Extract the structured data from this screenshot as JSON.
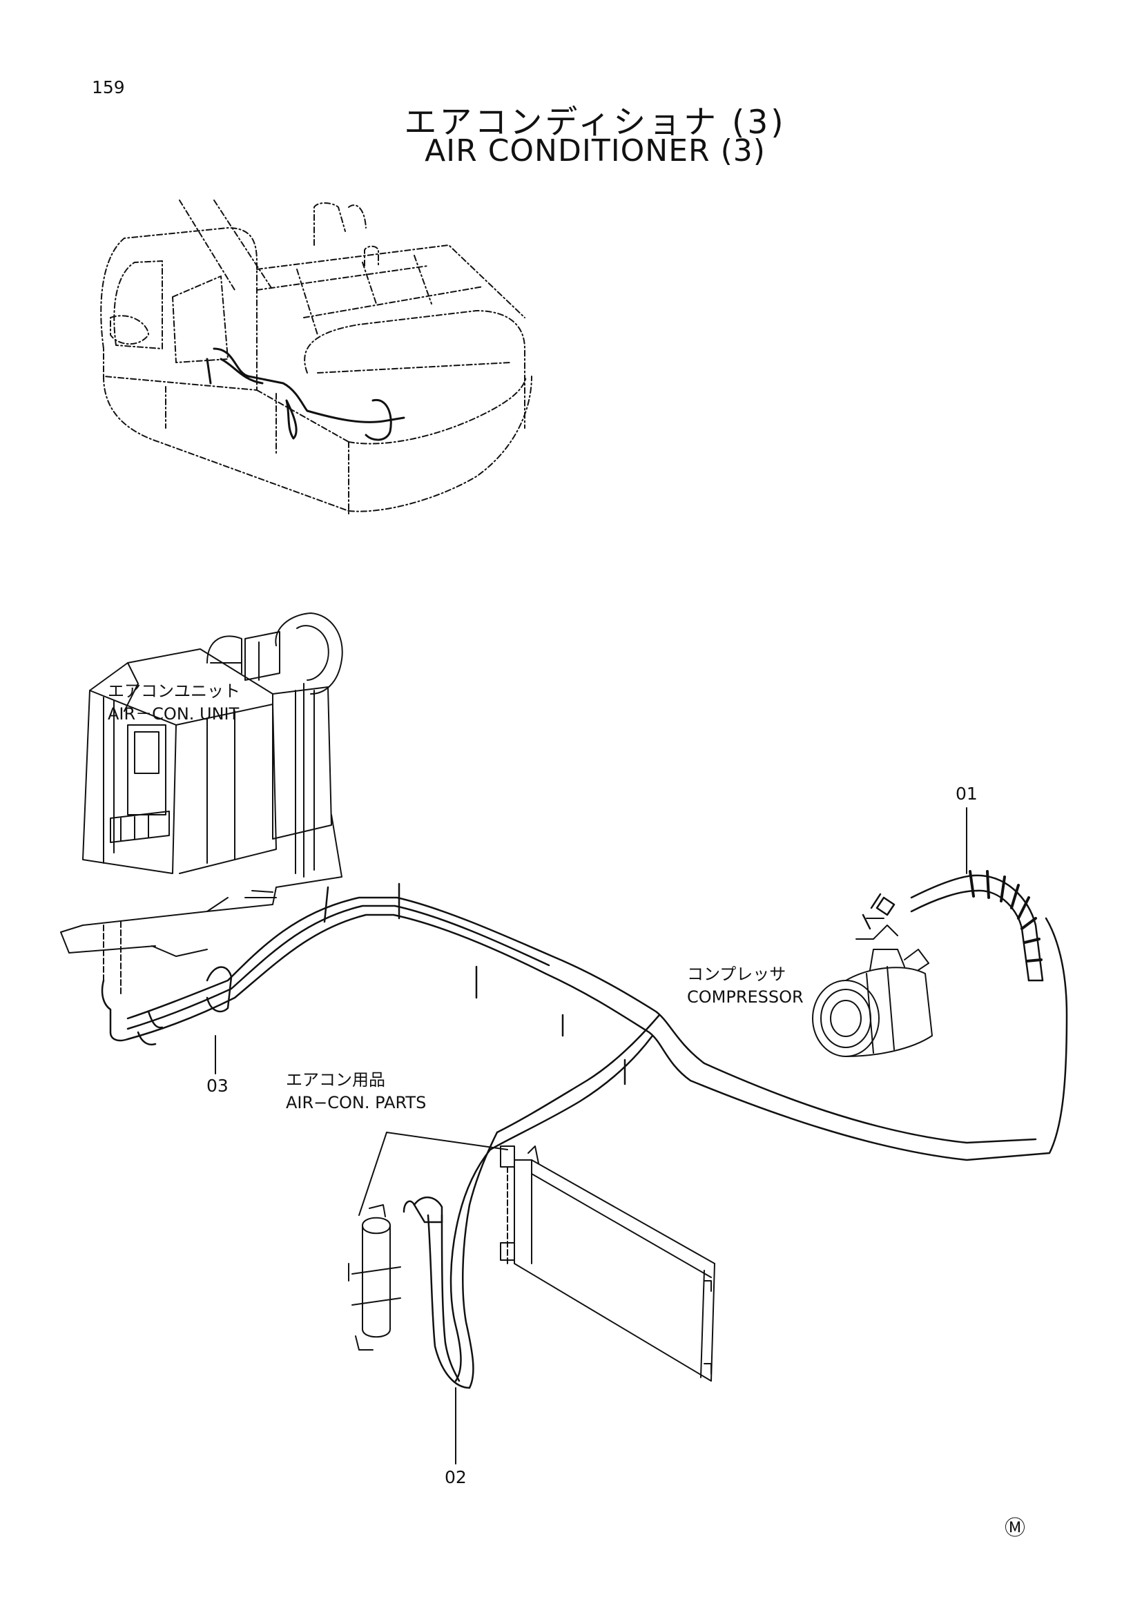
{
  "page": {
    "number": "159"
  },
  "title": {
    "japanese": "エアコンディショナ (3)",
    "english": "AIR CONDITIONER (3)"
  },
  "labels": {
    "unit_jp": "エアコンユニット",
    "unit_en": "AIR－CON. UNIT",
    "compressor_jp": "コンプレッサ",
    "compressor_en": "COMPRESSOR",
    "parts_jp": "エアコン用品",
    "parts_en": "AIR−CON. PARTS"
  },
  "callouts": {
    "c01": "01",
    "c02": "02",
    "c03": "03"
  },
  "mark": "Ⓜ"
}
